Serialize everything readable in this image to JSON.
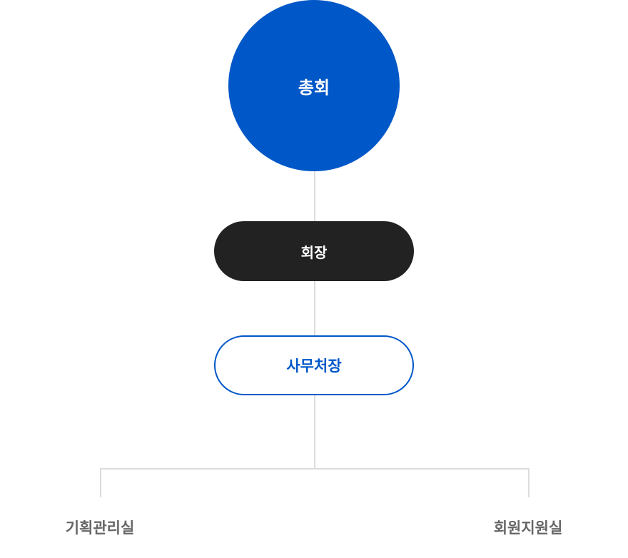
{
  "org_chart": {
    "top": {
      "label": "총회"
    },
    "chairman": {
      "label": "회장"
    },
    "secretary_general": {
      "label": "사무처장"
    },
    "departments": [
      {
        "label": "기획관리실"
      },
      {
        "label": "회원지원실"
      }
    ]
  },
  "colors": {
    "primary": "#0057c8",
    "dark": "#222222",
    "connector": "#dcdcdc",
    "department_text": "#666666"
  }
}
